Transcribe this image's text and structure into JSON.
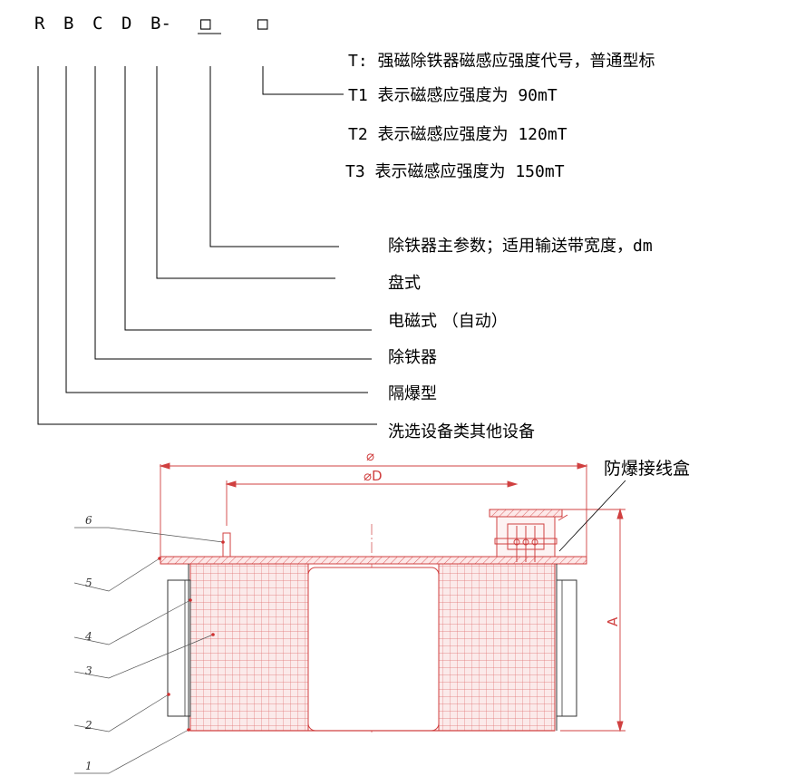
{
  "model_code": {
    "letters": [
      "R",
      "B",
      "C",
      "D",
      "B-"
    ],
    "placeholders": [
      "□",
      "□"
    ]
  },
  "legend": {
    "t_title": "T: 强磁除铁器磁感应强度代号，普通型标",
    "t1": "T1 表示磁感应强度为 90mT",
    "t2": "T2 表示磁感应强度为 120mT",
    "t3": "T3 表示磁感应强度为 150mT",
    "main_param": "除铁器主参数；适用输送带宽度，dm",
    "disc": "盘式",
    "electromagnetic": "电磁式 （自动）",
    "iron_remover": "除铁器",
    "explosion_proof": "隔爆型",
    "category": "洗选设备类其他设备"
  },
  "drawing": {
    "junction_box_label": "防爆接线盒",
    "dim_outer": "⌀",
    "dim_d": "⌀D",
    "dim_height": "A",
    "part_numbers": [
      "6",
      "5",
      "4",
      "3",
      "2",
      "1"
    ],
    "colors": {
      "line": "#000000",
      "red": "#d03030",
      "mesh": "#e07070",
      "fill": "#f8e0e0"
    }
  }
}
